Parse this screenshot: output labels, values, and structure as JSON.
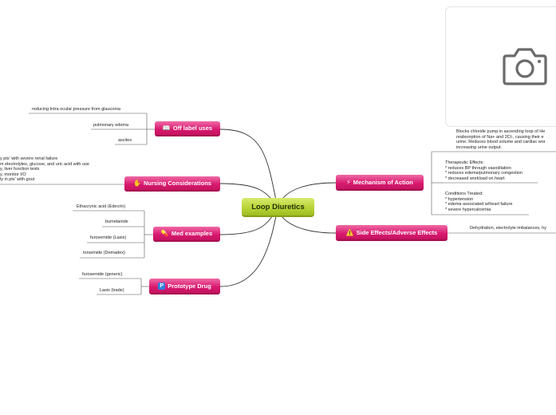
{
  "central_topic": "Loop Diuretics",
  "topics": {
    "off_label": {
      "label": "Off label uses",
      "icon": "book-icon",
      "children": [
        "reducing Intra ocular pressure from glaucoma",
        "pulmonary edema",
        "ascites"
      ]
    },
    "nursing": {
      "label": "Nursing Considerations",
      "icon": "hand-icon",
      "children": [
        "y pts' with severe renal failure",
        "m electrolytes, glucose, and uric acid with use",
        "y, liver function tests",
        "y, monitor I/O",
        "ly in pts' with gout"
      ]
    },
    "med_examples": {
      "label": "Med examples",
      "icon": "pill-icon",
      "children": [
        "Ethacrynic acid (Edecrin)",
        "bumetanide",
        "furosemide (Lasix)",
        "torsemide (Demadex)"
      ]
    },
    "prototype": {
      "label": "Prototype Drug",
      "icon": "P",
      "children": [
        "furosemide (generic)",
        "Lasix (trade)"
      ]
    },
    "mechanism": {
      "label": "Mechanism of Action",
      "icon": "lightning-icon",
      "description": [
        "Blocks chloride pump in ascending loop of He",
        "reabsorption of Na+ and 2Cl-, causing their e",
        "urine. Reduces blood volume and cardiac wor",
        "increasing urine output."
      ],
      "therapeutic_title": "Therapeutic Effects:",
      "therapeutic": [
        "* reduces BP through vasodilation",
        "* reduces edema/pulmonary congestion",
        "* decreased workload on heart"
      ],
      "conditions_title": "Conditions Treated:",
      "conditions": [
        "* hypertension",
        "* edema associated w/heart failure",
        "* severe hypercalcemia"
      ]
    },
    "side_effects": {
      "label": "Side Effects/Adverse Effects",
      "icon": "warning-icon",
      "children": [
        "Dehydration, electrolyte imbalances, hy"
      ]
    }
  },
  "colors": {
    "topic": "#d8196f",
    "center": "#b6d233",
    "line": "#333333",
    "leaf_line": "#555555"
  }
}
